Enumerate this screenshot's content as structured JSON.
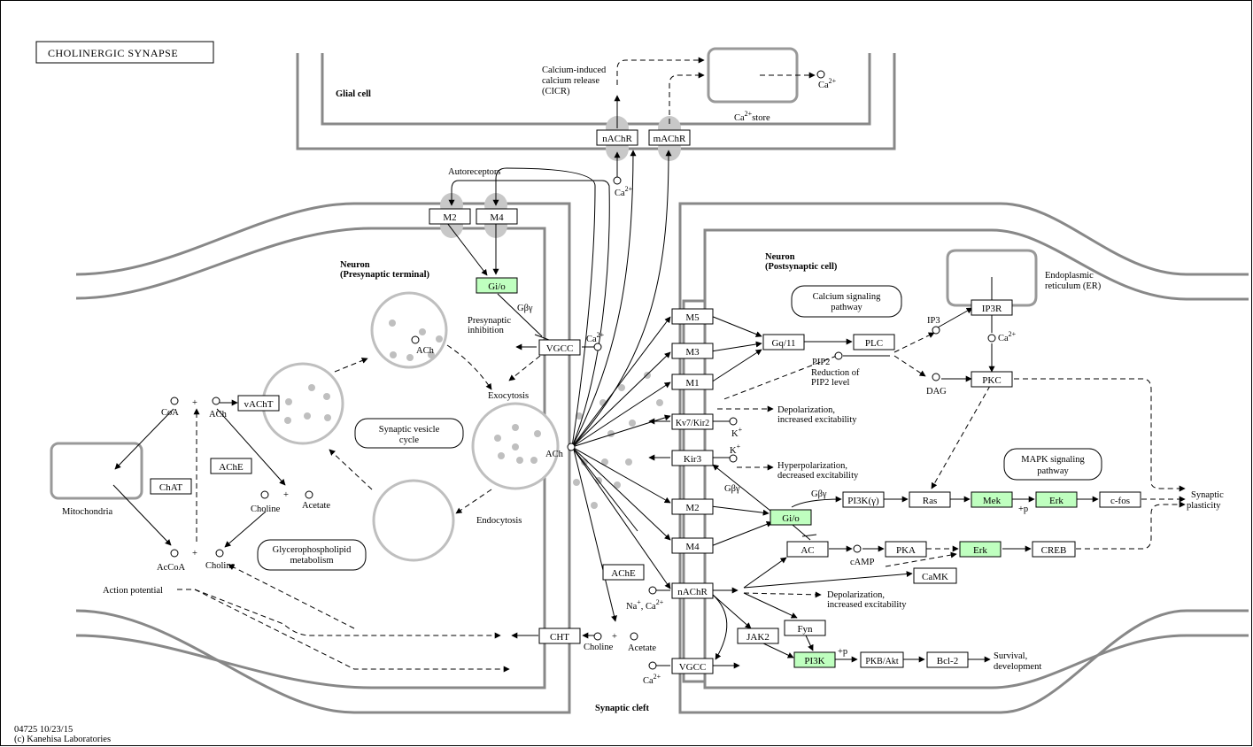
{
  "title": "CHOLINERGIC SYNAPSE",
  "footer": {
    "id_date": "04725 10/23/15",
    "copyright": "(c) Kanehisa Laboratories"
  },
  "regions": {
    "glial": "Glial cell",
    "pre_line1": "Neuron",
    "pre_line2": "(Presynaptic terminal)",
    "post_line1": "Neuron",
    "post_line2": "(Postsynaptic cell)",
    "cleft": "Synaptic cleft",
    "er_line1": "Endoplasmic",
    "er_line2": "reticulum (ER)",
    "mito": "Mitochondria"
  },
  "pathways": {
    "calcium_line1": "Calcium signaling",
    "calcium_line2": "pathway",
    "mapk_line1": "MAPK signaling",
    "mapk_line2": "pathway",
    "vesicle_line1": "Synaptic vesicle",
    "vesicle_line2": "cycle",
    "glycero_line1": "Glycerophospholipid",
    "glycero_line2": "metabolism"
  },
  "nodes": {
    "nAChR_glia": "nAChR",
    "mAChR_glia": "mAChR",
    "M2_pre": "M2",
    "M4_pre": "M4",
    "Gio_pre": "Gi/o",
    "VGCC_pre": "VGCC",
    "vAChT": "vAChT",
    "ChAT": "ChAT",
    "AChE_pre": "AChE",
    "CHT": "CHT",
    "AChE_cleft": "AChE",
    "M5": "M5",
    "M3": "M3",
    "M1": "M1",
    "Kv7Kir2": "Kv7/Kir2",
    "Kir3": "Kir3",
    "M2_post": "M2",
    "M4_post": "M4",
    "nAChR_post": "nAChR",
    "VGCC_post": "VGCC",
    "Gq11": "Gq/11",
    "PLC": "PLC",
    "IP3R": "IP3R",
    "PKC": "PKC",
    "Gio_post": "Gi/o",
    "PI3Kg": "PI3K(γ)",
    "Ras": "Ras",
    "Mek": "Mek",
    "Erk1": "Erk",
    "cfos": "c-fos",
    "AC": "AC",
    "PKA": "PKA",
    "Erk2": "Erk",
    "CREB": "CREB",
    "CaMK": "CaMK",
    "Fyn": "Fyn",
    "JAK2": "JAK2",
    "PI3K": "PI3K",
    "PKBAkt": "PKB/Akt",
    "Bcl2": "Bcl-2"
  },
  "labels": {
    "cicr_1": "Calcium-induced",
    "cicr_2": "calcium release",
    "cicr_3": "(CICR)",
    "ca": "Ca",
    "ca_sup": "2+",
    "ca_store_suffix": "store",
    "autoreceptors": "Autoreceptors",
    "gby": "Gβγ",
    "pre_inhib_1": "Presynaptic",
    "pre_inhib_2": "inhibition",
    "exocytosis": "Exocytosis",
    "endocytosis": "Endocytosis",
    "ach": "ACh",
    "coa": "CoA",
    "acetate": "Acetate",
    "choline": "Choline",
    "acoa": "AcCoA",
    "plus": "+",
    "action_potential": "Action potential",
    "k": "K",
    "k_sup": "+",
    "na": "Na",
    "depol_1": "Depolarization,",
    "depol_2": "increased excitability",
    "hyper_1": "Hyperpolarization,",
    "hyper_2": "decreased excitability",
    "ip3": "IP3",
    "pip2": "PIP2",
    "pip2_red_1": "Reduction of",
    "pip2_red_2": "PIP2 level",
    "dag": "DAG",
    "camp": "cAMP",
    "plus_p": "+p",
    "syn_plast_1": "Synaptic",
    "syn_plast_2": "plasticity",
    "survival_1": "Survival,",
    "survival_2": "development"
  },
  "colors": {
    "highlight": "#bfffbf",
    "membrane": "#888888",
    "vesicle": "#bfbfbf"
  }
}
